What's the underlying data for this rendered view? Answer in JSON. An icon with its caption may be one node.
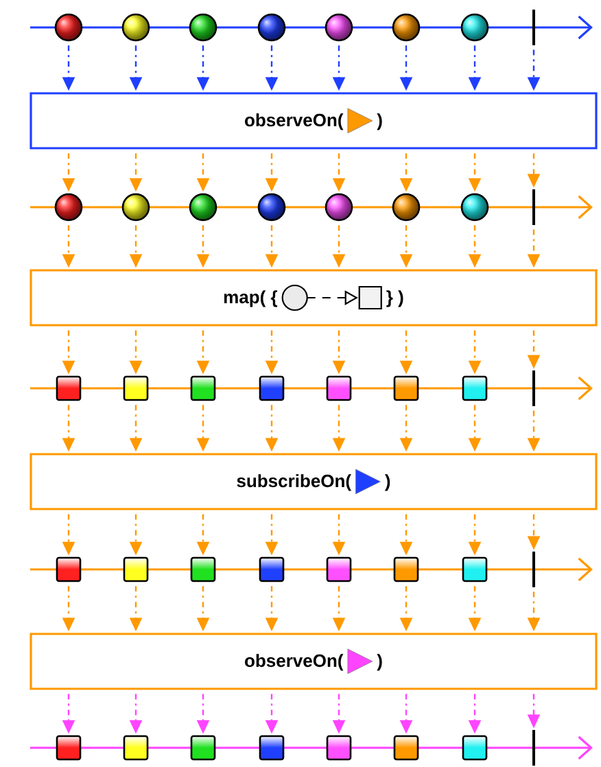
{
  "diagram": {
    "nodes": [
      {
        "text": [],
        "shape": "circle"
      },
      {
        "text": [],
        "shape": "circle"
      },
      {
        "text": [],
        "shape": "circle"
      },
      {
        "text": [],
        "shape": "circle"
      },
      {
        "text": [],
        "shape": "circle"
      },
      {
        "text": [],
        "shape": "circle"
      },
      {
        "text": [],
        "shape": "circle"
      },
      {
        "text": [],
        "shape": "bar"
      },
      {
        "text": [
          "observeOn(",
          ")"
        ]
      },
      {
        "text": [],
        "shape": "circle"
      },
      {
        "text": [],
        "shape": "circle"
      },
      {
        "text": [],
        "shape": "circle"
      },
      {
        "text": [],
        "shape": "circle"
      },
      {
        "text": [],
        "shape": "circle"
      },
      {
        "text": [],
        "shape": "circle"
      },
      {
        "text": [],
        "shape": "circle"
      },
      {
        "text": [],
        "shape": "bar"
      },
      {
        "text": [
          "map( {",
          "} )"
        ]
      },
      {
        "text": [],
        "shape": "box"
      },
      {
        "text": [],
        "shape": "box"
      },
      {
        "text": [],
        "shape": "box"
      },
      {
        "text": [],
        "shape": "box"
      },
      {
        "text": [],
        "shape": "box"
      },
      {
        "text": [],
        "shape": "box"
      },
      {
        "text": [],
        "shape": "box"
      },
      {
        "text": [],
        "shape": "bar"
      },
      {
        "text": [
          "subscribeOn(",
          ")"
        ]
      },
      {
        "text": [],
        "shape": "box"
      },
      {
        "text": [],
        "shape": "box"
      },
      {
        "text": [],
        "shape": "box"
      },
      {
        "text": [],
        "shape": "box"
      },
      {
        "text": [],
        "shape": "box"
      },
      {
        "text": [],
        "shape": "box"
      },
      {
        "text": [],
        "shape": "box"
      },
      {
        "text": [],
        "shape": "bar"
      },
      {
        "text": [
          "observeOn(",
          ")"
        ]
      },
      {
        "text": [],
        "shape": "box"
      },
      {
        "text": [],
        "shape": "box"
      },
      {
        "text": [],
        "shape": "box"
      },
      {
        "text": [],
        "shape": "box"
      },
      {
        "text": [],
        "shape": "box"
      },
      {
        "text": [],
        "shape": "box"
      },
      {
        "text": [],
        "shape": "box"
      },
      {
        "text": [],
        "shape": "bar"
      }
    ],
    "edges": [
      {
        "from": 0,
        "to": 8,
        "arrow": "to",
        "style": "dashed",
        "color": "#1f3fff"
      },
      {
        "from": 1,
        "to": 8,
        "arrow": "to",
        "style": "dashed",
        "color": "#1f3fff"
      },
      {
        "from": 2,
        "to": 8,
        "arrow": "to",
        "style": "dashed",
        "color": "#1f3fff"
      },
      {
        "from": 3,
        "to": 8,
        "arrow": "to",
        "style": "dashed",
        "color": "#1f3fff"
      },
      {
        "from": 4,
        "to": 8,
        "arrow": "to",
        "style": "dashed",
        "color": "#1f3fff"
      },
      {
        "from": 5,
        "to": 8,
        "arrow": "to",
        "style": "dashed",
        "color": "#1f3fff"
      },
      {
        "from": 6,
        "to": 8,
        "arrow": "to",
        "style": "dashed",
        "color": "#1f3fff"
      },
      {
        "from": 7,
        "to": 8,
        "arrow": "to",
        "style": "dashed",
        "color": "#1f3fff"
      },
      {
        "from": 8,
        "to": 9,
        "arrow": "to",
        "style": "dashed"
      },
      {
        "from": 8,
        "to": 10,
        "arrow": "to",
        "style": "dashed"
      },
      {
        "from": 8,
        "to": 11,
        "arrow": "to",
        "style": "dashed"
      },
      {
        "from": 8,
        "to": 12,
        "arrow": "to",
        "style": "dashed"
      },
      {
        "from": 8,
        "to": 13,
        "arrow": "to",
        "style": "dashed"
      },
      {
        "from": 8,
        "to": 14,
        "arrow": "to",
        "style": "dashed"
      },
      {
        "from": 8,
        "to": 15,
        "arrow": "to",
        "style": "dashed"
      },
      {
        "from": 8,
        "to": 16,
        "arrow": "to",
        "style": "dashed"
      },
      {
        "from": 9,
        "to": 17,
        "arrow": "to",
        "style": "dashed"
      },
      {
        "from": 10,
        "to": 17,
        "arrow": "to",
        "style": "dashed"
      },
      {
        "from": 11,
        "to": 17,
        "arrow": "to",
        "style": "dashed"
      },
      {
        "from": 12,
        "to": 17,
        "arrow": "to",
        "style": "dashed"
      },
      {
        "from": 13,
        "to": 17,
        "arrow": "to",
        "style": "dashed"
      },
      {
        "from": 14,
        "to": 17,
        "arrow": "to",
        "style": "dashed"
      },
      {
        "from": 15,
        "to": 17,
        "arrow": "to",
        "style": "dashed"
      },
      {
        "from": 16,
        "to": 17,
        "arrow": "to",
        "style": "dashed"
      },
      {
        "from": 17,
        "to": 18,
        "arrow": "to",
        "style": "dashed"
      },
      {
        "from": 17,
        "to": 19,
        "arrow": "to",
        "style": "dashed"
      },
      {
        "from": 17,
        "to": 20,
        "arrow": "to",
        "style": "dashed"
      },
      {
        "from": 17,
        "to": 21,
        "arrow": "to",
        "style": "dashed"
      },
      {
        "from": 17,
        "to": 22,
        "arrow": "to",
        "style": "dashed"
      },
      {
        "from": 17,
        "to": 23,
        "arrow": "to",
        "style": "dashed"
      },
      {
        "from": 17,
        "to": 24,
        "arrow": "to",
        "style": "dashed"
      },
      {
        "from": 17,
        "to": 25,
        "arrow": "to",
        "style": "dashed"
      },
      {
        "from": 18,
        "to": 26,
        "arrow": "to",
        "style": "dashed"
      },
      {
        "from": 19,
        "to": 26,
        "arrow": "to",
        "style": "dashed"
      },
      {
        "from": 20,
        "to": 26,
        "arrow": "to",
        "style": "dashed"
      },
      {
        "from": 21,
        "to": 26,
        "arrow": "to",
        "style": "dashed"
      },
      {
        "from": 22,
        "to": 26,
        "arrow": "to",
        "style": "dashed"
      },
      {
        "from": 23,
        "to": 26,
        "arrow": "to",
        "style": "dashed"
      },
      {
        "from": 24,
        "to": 26,
        "arrow": "to",
        "style": "dashed"
      },
      {
        "from": 25,
        "to": 26,
        "arrow": "to",
        "style": "dashed"
      },
      {
        "from": 26,
        "to": 27,
        "arrow": "to",
        "style": "dashed"
      },
      {
        "from": 26,
        "to": 28,
        "arrow": "to",
        "style": "dashed"
      },
      {
        "from": 26,
        "to": 29,
        "arrow": "to",
        "style": "dashed"
      },
      {
        "from": 26,
        "to": 30,
        "arrow": "to",
        "style": "dashed"
      },
      {
        "from": 26,
        "to": 31,
        "arrow": "to",
        "style": "dashed"
      },
      {
        "from": 26,
        "to": 32,
        "arrow": "to",
        "style": "dashed"
      },
      {
        "from": 26,
        "to": 33,
        "arrow": "to",
        "style": "dashed"
      },
      {
        "from": 26,
        "to": 34,
        "arrow": "to",
        "style": "dashed"
      },
      {
        "from": 27,
        "to": 35,
        "arrow": "to",
        "style": "dashed"
      },
      {
        "from": 28,
        "to": 35,
        "arrow": "to",
        "style": "dashed"
      },
      {
        "from": 29,
        "to": 35,
        "arrow": "to",
        "style": "dashed"
      },
      {
        "from": 30,
        "to": 35,
        "arrow": "to",
        "style": "dashed"
      },
      {
        "from": 31,
        "to": 35,
        "arrow": "to",
        "style": "dashed"
      },
      {
        "from": 32,
        "to": 35,
        "arrow": "to",
        "style": "dashed"
      },
      {
        "from": 33,
        "to": 35,
        "arrow": "to",
        "style": "dashed"
      },
      {
        "from": 34,
        "to": 35,
        "arrow": "to",
        "style": "dashed"
      },
      {
        "from": 35,
        "to": 36,
        "arrow": "to",
        "style": "dashed",
        "color": "#ff44ff"
      },
      {
        "from": 35,
        "to": 37,
        "arrow": "to",
        "style": "dashed",
        "color": "#ff44ff"
      },
      {
        "from": 35,
        "to": 38,
        "arrow": "to",
        "style": "dashed",
        "color": "#ff44ff"
      },
      {
        "from": 35,
        "to": 39,
        "arrow": "to",
        "style": "dashed",
        "color": "#ff44ff"
      },
      {
        "from": 35,
        "to": 40,
        "arrow": "to",
        "style": "dashed",
        "color": "#ff44ff"
      },
      {
        "from": 35,
        "to": 41,
        "arrow": "to",
        "style": "dashed",
        "color": "#ff44ff"
      },
      {
        "from": 35,
        "to": 42,
        "arrow": "to",
        "style": "dashed",
        "color": "#ff44ff"
      },
      {
        "from": 35,
        "to": 43,
        "arrow": "to",
        "style": "dashed",
        "color": "#ff44ff"
      }
    ]
  }
}
